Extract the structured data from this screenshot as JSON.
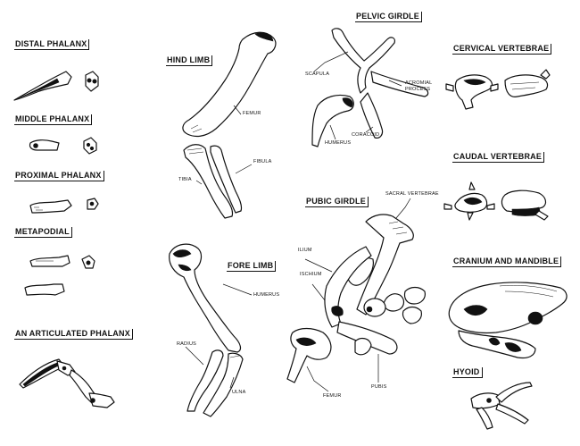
{
  "headings": {
    "distal_phalanx": "DISTAL PHALANX",
    "middle_phalanx": "MIDDLE PHALANX",
    "proximal_phalanx": "PROXIMAL PHALANX",
    "metapodial": "METAPODIAL",
    "articulated_phalanx": "AN ARTICULATED PHALANX",
    "hind_limb": "HIND LIMB",
    "fore_limb": "FORE LIMB",
    "pelvic_girdle": "PELVIC GIRDLE",
    "pubic_girdle": "PUBIC GIRDLE",
    "cervical_vertebrae": "CERVICAL VERTEBRAE",
    "caudal_vertebrae": "CAUDAL VERTEBRAE",
    "cranium_and_mandible": "CRANIUM AND MANDIBLE",
    "hyoid": "HYOID"
  },
  "labels": {
    "femur_hind": "FEMUR",
    "fibula": "FIBULA",
    "tibia": "TIBIA",
    "humerus_fore": "HUMERUS",
    "radius": "RADIUS",
    "ulna": "ULNA",
    "scapula": "SCAPULA",
    "acromial_process": "ACROMIAL\nPROCESS",
    "coracoid": "CORACOID",
    "humerus_pelvic": "HUMERUS",
    "sacral_vertebrae": "SACRAL VERTEBRAE",
    "ilium": "ILIUM",
    "ischium": "ISCHIUM",
    "femur_pubic": "FEMUR",
    "pubis": "PUBIS"
  }
}
